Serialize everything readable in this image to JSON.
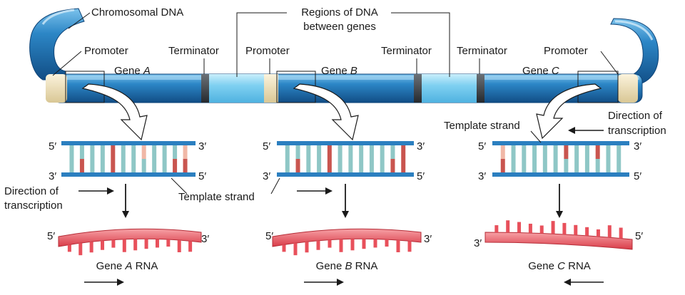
{
  "labels": {
    "chromosomal_dna": "Chromosomal DNA",
    "regions_between_genes_line1": "Regions of DNA",
    "regions_between_genes_line2": "between genes",
    "promoter": "Promoter",
    "terminator": "Terminator",
    "template_strand": "Template strand",
    "direction_of": "Direction of",
    "transcription": "transcription"
  },
  "genes": [
    {
      "name_prefix": "Gene ",
      "name_letter": "A",
      "rna_letter": "A",
      "rna_suffix": " RNA",
      "direction": "right"
    },
    {
      "name_prefix": "Gene ",
      "name_letter": "B",
      "rna_letter": "B",
      "rna_suffix": " RNA",
      "direction": "right"
    },
    {
      "name_prefix": "Gene ",
      "name_letter": "C",
      "rna_letter": "C",
      "rna_suffix": " RNA",
      "direction": "left"
    }
  ],
  "ends": {
    "five": "5′",
    "three": "3′"
  },
  "colors": {
    "chromosome_dark": "#1f6fae",
    "chromosome_light": "#4aa6de",
    "intergenic": "#8fd3f2",
    "promoter_band": "#f1e4c0",
    "terminator_band": "#3a3f44",
    "backbone": "#2b7fc0",
    "base_teal": "#8fc7c6",
    "base_red": "#c9554f",
    "base_pink": "#f0b7a6",
    "rna": "#e8505b",
    "rna_light": "#f28a90"
  }
}
